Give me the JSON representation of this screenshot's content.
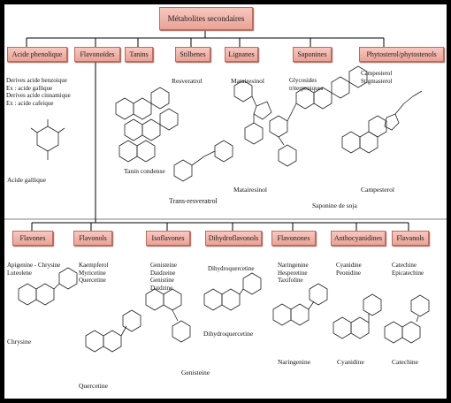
{
  "title": "Métabolites secondaires",
  "top_classes": [
    {
      "id": "phenoliques",
      "label": "Acide phenolique"
    },
    {
      "id": "flavonoides",
      "label": "Flavonoïdes"
    },
    {
      "id": "tanins",
      "label": "Tanins"
    },
    {
      "id": "stilbenes",
      "label": "Stilbenes"
    },
    {
      "id": "lignanes",
      "label": "Lignanes"
    },
    {
      "id": "saponines",
      "label": "Saponines"
    },
    {
      "id": "phytosterols",
      "label": "Phytosterol/phytostenols"
    }
  ],
  "flavonoid_subclasses": [
    {
      "id": "flavones",
      "label": "Flavones"
    },
    {
      "id": "flavonols",
      "label": "Flavonols"
    },
    {
      "id": "isoflavones",
      "label": "Isoflavones"
    },
    {
      "id": "dihydroflavonols",
      "label": "Dihydroflavonols"
    },
    {
      "id": "flavonones",
      "label": "Flavonones"
    },
    {
      "id": "anthocyanidines",
      "label": "Anthocyanidines"
    },
    {
      "id": "flavanols",
      "label": "Flavanols"
    }
  ],
  "texts": {
    "phenol_list": [
      "Derives acide benzoique",
      "Ex : acide gallique",
      "Derives acide cinnamique",
      "Ex : acide cafeique"
    ],
    "acide_gallique": "Acide gallique",
    "tanin_condense": "Tanin condense",
    "resveratrol": "Resveratrol",
    "trans_resveratrol": "Trans-resveratrol",
    "matairesinol_top": "Matairesinol",
    "matairesinol_bottom": "Matairesinol",
    "glycosides": [
      "Glycosides",
      "triterpeniques"
    ],
    "saponine": "Saponine de soja",
    "phyto_list": [
      "Campesterol",
      "Stigmasterol"
    ],
    "campesterol": "Campesterol",
    "flavones_list": [
      "Apigenine - Chrysine",
      "Luteolene"
    ],
    "chrysine": "Chrysine",
    "flavonols_list": [
      "Kaempferol",
      "",
      "Myricetine",
      "Quercetine"
    ],
    "quercetine": "Quercetine",
    "isoflavones_list": [
      "Genisteine",
      "Daidzeine",
      "Genistine",
      "Daidzine"
    ],
    "genisteine": "Genisteine",
    "dihydro_list": [
      "Dihydroquercetine"
    ],
    "dihydro_cap": "Dihydroquercetine",
    "flavonones_list": [
      "Naringenine",
      "Hesperetine",
      "Taxifoline"
    ],
    "naringenine": "Naringenine",
    "antho_list": [
      "Cyanidine",
      "Peonidine"
    ],
    "cyanidine": "Cyanidine",
    "flavanols_list": [
      "Catechine",
      "Epicatechine"
    ],
    "catechine": "Catechine"
  }
}
